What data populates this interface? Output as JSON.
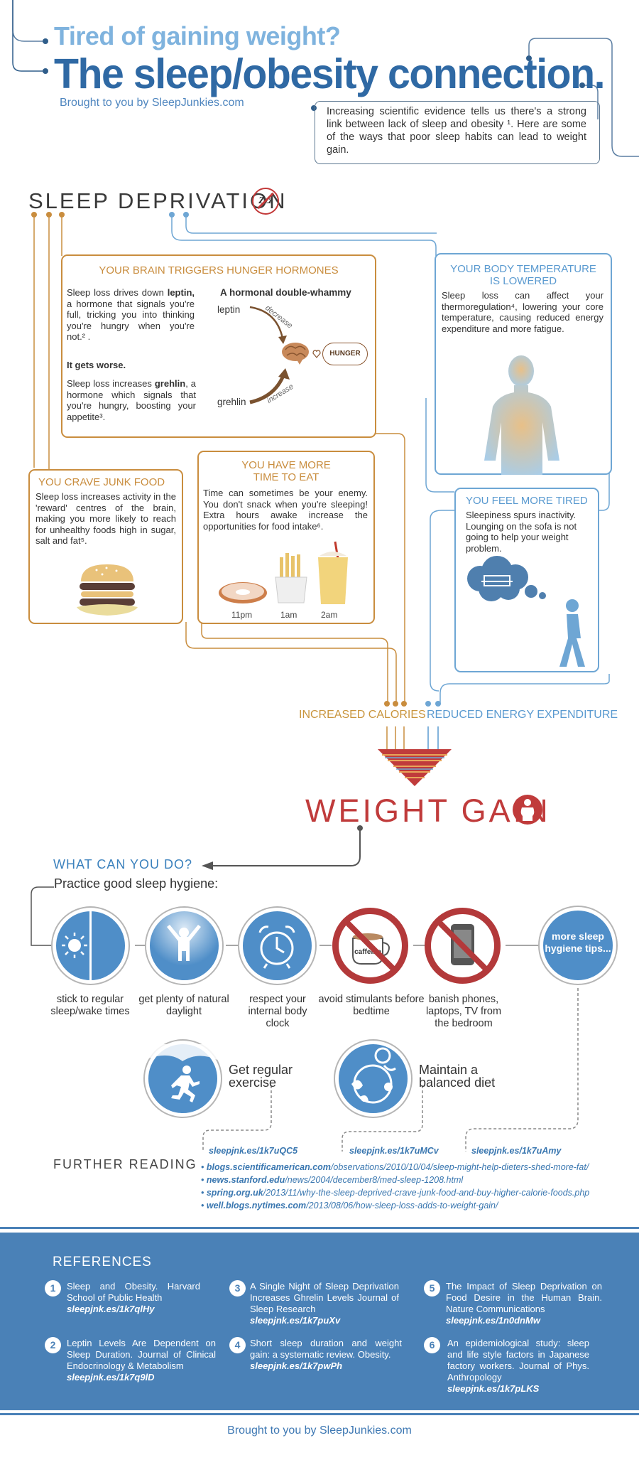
{
  "header": {
    "title_line1": "Tired of gaining weight?",
    "title_line2": "The sleep/obesity connection.",
    "brought_by": "Brought to you by SleepJunkies.com",
    "intro": "Increasing scientific evidence tells us there's a strong link between lack of sleep and obesity ¹. Here are some of the ways that poor sleep habits can lead to weight gain."
  },
  "sleep_deprivation": {
    "title": "SLEEP DEPRIVATION",
    "zzz": "Zzz"
  },
  "hormones": {
    "heading": "YOUR BRAIN TRIGGERS HUNGER HORMONES",
    "p1_pre": "Sleep loss drives down ",
    "p1_bold": "leptin,",
    "p1_post": " a hormone that signals you're full, tricking you into thinking you're hungry when you're not.² .",
    "subhead": "It gets worse.",
    "p2_pre": "Sleep loss increases ",
    "p2_bold": "grehlin",
    "p2_post": ", a hormone which signals that you're hungry, boosting your appetite³.",
    "diagram_title": "A hormonal double-whammy",
    "leptin": "leptin",
    "decrease": "decrease",
    "grehlin": "grehlin",
    "increase": "increase",
    "hunger": "HUNGER"
  },
  "temperature": {
    "heading_line1": "YOUR BODY TEMPERATURE",
    "heading_line2": "IS LOWERED",
    "text": "Sleep loss can affect your thermoregulation⁴, lowering your core temperature, causing reduced energy expenditure and more fatigue."
  },
  "junk": {
    "heading": "YOU CRAVE JUNK FOOD",
    "text": "Sleep loss increases activity in the 'reward' centres of the brain, making you more likely to reach for unhealthy foods high in sugar, salt and fat⁵."
  },
  "time_to_eat": {
    "heading_line1": "YOU HAVE MORE",
    "heading_line2": "TIME TO EAT",
    "text": "Time can sometimes be your enemy. You don't snack when you're sleeping! Extra hours awake increase the opportunities for food intake⁶.",
    "times": [
      "11pm",
      "1am",
      "2am"
    ]
  },
  "tired": {
    "heading": "YOU FEEL MORE TIRED",
    "text": "Sleepiness spurs inactivity. Lounging on the sofa is not going to help your weight problem."
  },
  "outcome": {
    "increased_calories": "INCREASED CALORIES",
    "reduced_energy": "REDUCED ENERGY EXPENDITURE",
    "weight_gain": "WEIGHT GAIN"
  },
  "what_can_you_do": {
    "title": "WHAT CAN YOU DO?",
    "subtitle": "Practice good sleep hygiene:",
    "tips": [
      {
        "caption": "stick to regular sleep/wake times"
      },
      {
        "caption": "get plenty of natural daylight"
      },
      {
        "caption": "respect your internal body clock"
      },
      {
        "caption": "avoid stimulants before bedtime",
        "mug": "caffeine"
      },
      {
        "caption": "banish phones, laptops, TV from the bedroom"
      }
    ],
    "more_tips": "more sleep hygiene tips...",
    "exercise": "Get regular exercise",
    "diet": "Maintain a balanced diet",
    "short_links": [
      "sleepjnk.es/1k7uQC5",
      "sleepjnk.es/1k7uMCv",
      "sleepjnk.es/1k7uAmy"
    ]
  },
  "further_reading": {
    "title": "FURTHER READING",
    "links": [
      {
        "domain": "blogs.scientificamerican.com",
        "path": "/observations/2010/10/04/sleep-might-help-dieters-shed-more-fat/"
      },
      {
        "domain": "news.stanford.edu",
        "path": "/news/2004/december8/med-sleep-1208.html"
      },
      {
        "domain": "spring.org.uk",
        "path": "/2013/11/why-the-sleep-deprived-crave-junk-food-and-buy-higher-calorie-foods.php"
      },
      {
        "domain": "well.blogs.nytimes.com",
        "path": "/2013/08/06/how-sleep-loss-adds-to-weight-gain/"
      }
    ]
  },
  "references": {
    "title": "REFERENCES",
    "items": [
      {
        "num": "1",
        "text": "Sleep and Obesity. Harvard School of Public Health",
        "link": "sleepjnk.es/1k7qlHy"
      },
      {
        "num": "2",
        "text": "Leptin Levels Are Dependent on Sleep Duration. Journal of Clinical Endocrinology & Metabolism",
        "link": "sleepjnk.es/1k7q9lD"
      },
      {
        "num": "3",
        "text": "A Single Night of Sleep Deprivation Increases Ghrelin Levels Journal of Sleep Research",
        "link": "sleepjnk.es/1k7puXv"
      },
      {
        "num": "4",
        "text": "Short sleep duration and weight gain: a systematic review. Obesity.",
        "link": "sleepjnk.es/1k7pwPh"
      },
      {
        "num": "5",
        "text": "The Impact of Sleep Deprivation on Food Desire in the Human Brain. Nature Communications",
        "link": "sleepjnk.es/1n0dnMw"
      },
      {
        "num": "6",
        "text": "An epidemiological study: sleep and life style factors in Japanese factory workers. Journal of Phys. Anthropology",
        "link": "sleepjnk.es/1k7pLKS"
      }
    ]
  },
  "footer": "Brought to you by SleepJunkies.com",
  "colors": {
    "orange": "#c98d3e",
    "blue": "#4f8ec8",
    "red": "#b3393a",
    "navy": "#2f69a4"
  }
}
